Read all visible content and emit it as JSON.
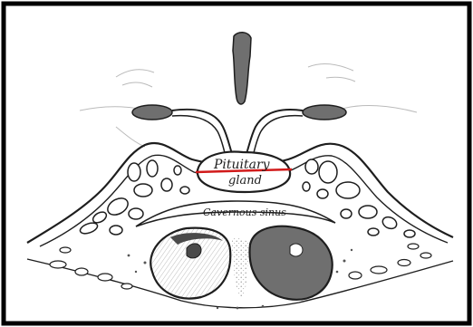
{
  "diagram": {
    "labels": {
      "pituitary_line1": "Pituitary",
      "pituitary_line2": "gland",
      "cavernous": "Cavernous sinus"
    },
    "colors": {
      "ink": "#1e1e1e",
      "shade": "#6f6f6f",
      "dark_shade": "#4a4a4a",
      "light_fill": "#f4f4f4",
      "accent_line": "#d11a1a",
      "border": "#000000"
    }
  }
}
